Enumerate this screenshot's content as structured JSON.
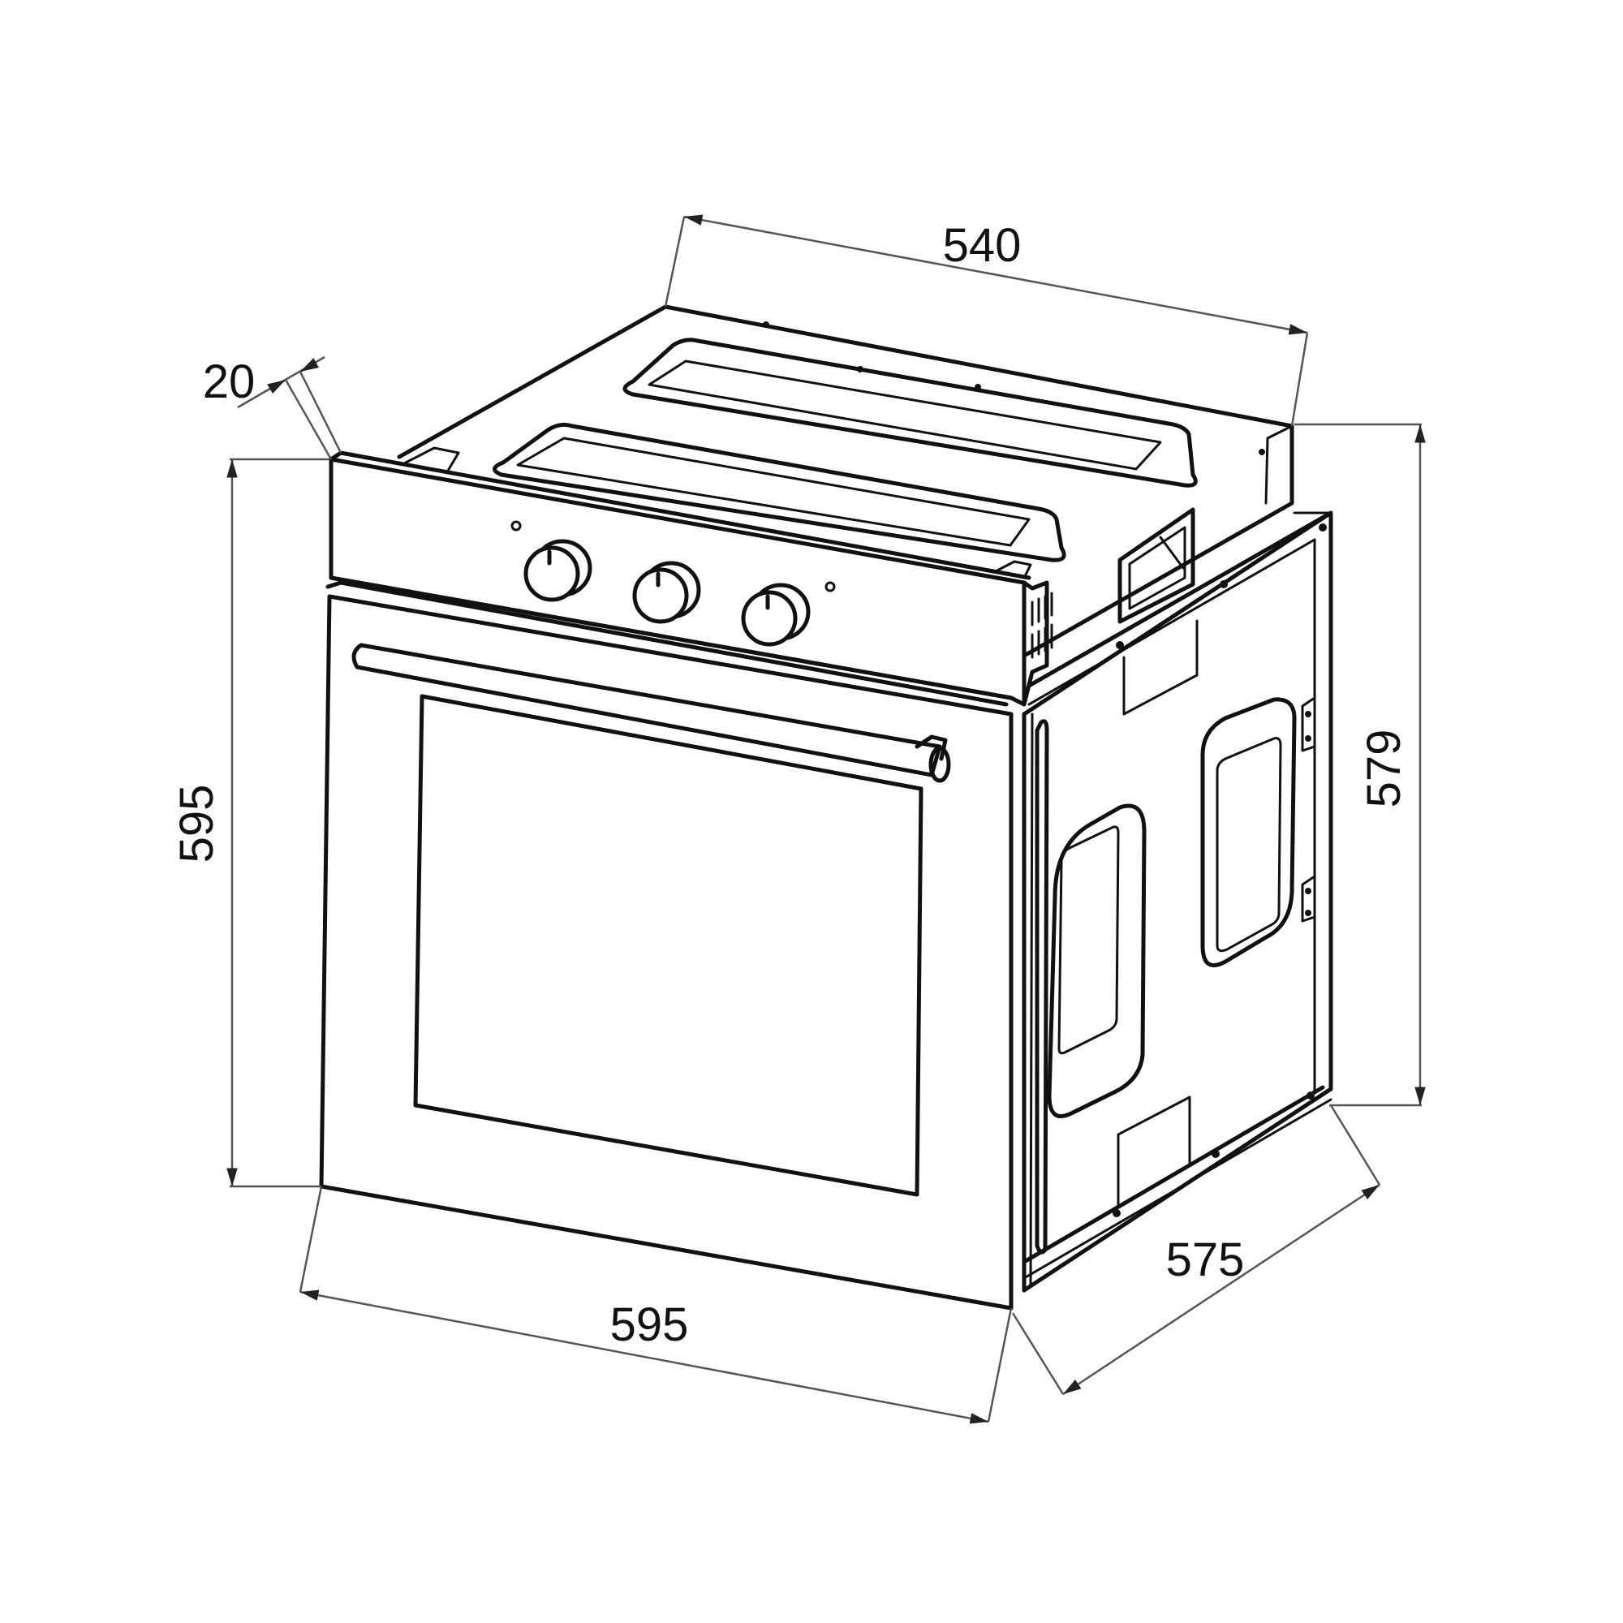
{
  "drawing": {
    "subject": "Built-in oven isometric dimension drawing",
    "units": "mm",
    "line_color": "#111111",
    "dimension_line_color": "#555555",
    "background": "#ffffff"
  },
  "dimensions": {
    "top_depth": {
      "value": "540",
      "label": "540"
    },
    "front_panel_thickness": {
      "value": "20",
      "label": "20"
    },
    "front_height": {
      "value": "595",
      "label": "595"
    },
    "body_height": {
      "value": "579",
      "label": "579"
    },
    "front_width": {
      "value": "595",
      "label": "595"
    },
    "body_depth": {
      "value": "575",
      "label": "575"
    }
  },
  "oven": {
    "control_knobs": [
      "knob-1",
      "knob-2",
      "knob-3"
    ],
    "indicator_lights": [
      "indicator-left",
      "indicator-right"
    ],
    "door": {
      "handle": "bar-handle",
      "window": "glass-window"
    },
    "top_vent_panels": 2,
    "side_panel_cutouts": 2
  }
}
